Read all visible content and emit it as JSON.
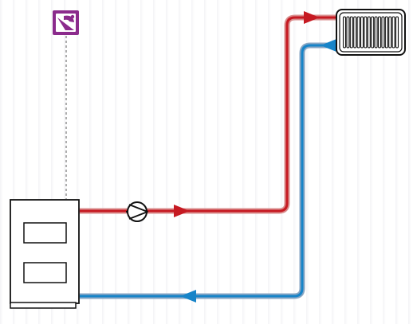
{
  "diagram": {
    "type": "heating-schematic",
    "components": [
      {
        "id": "boiler",
        "kind": "boiler",
        "doors": 2
      },
      {
        "id": "circulation-pump",
        "kind": "pump",
        "on": "supply-pipe"
      },
      {
        "id": "radiator",
        "kind": "radiator",
        "fins": 16
      },
      {
        "id": "room-thermostat",
        "kind": "room-controller",
        "connection": "dashed-signal-line-to-boiler"
      }
    ],
    "pipes": [
      {
        "id": "supply-pipe",
        "from": "boiler",
        "to": "radiator",
        "flow": "supply",
        "arrows": 2
      },
      {
        "id": "return-pipe",
        "from": "radiator",
        "to": "boiler",
        "flow": "return",
        "arrows": 2
      }
    ],
    "colors": {
      "supply": "#c61a22",
      "supply_outline": "#d98c8c",
      "return": "#1784c8",
      "return_outline": "#88a6c4",
      "controller": "#8b2b8c",
      "outline": "#111111",
      "signal_line": "#777777"
    }
  }
}
